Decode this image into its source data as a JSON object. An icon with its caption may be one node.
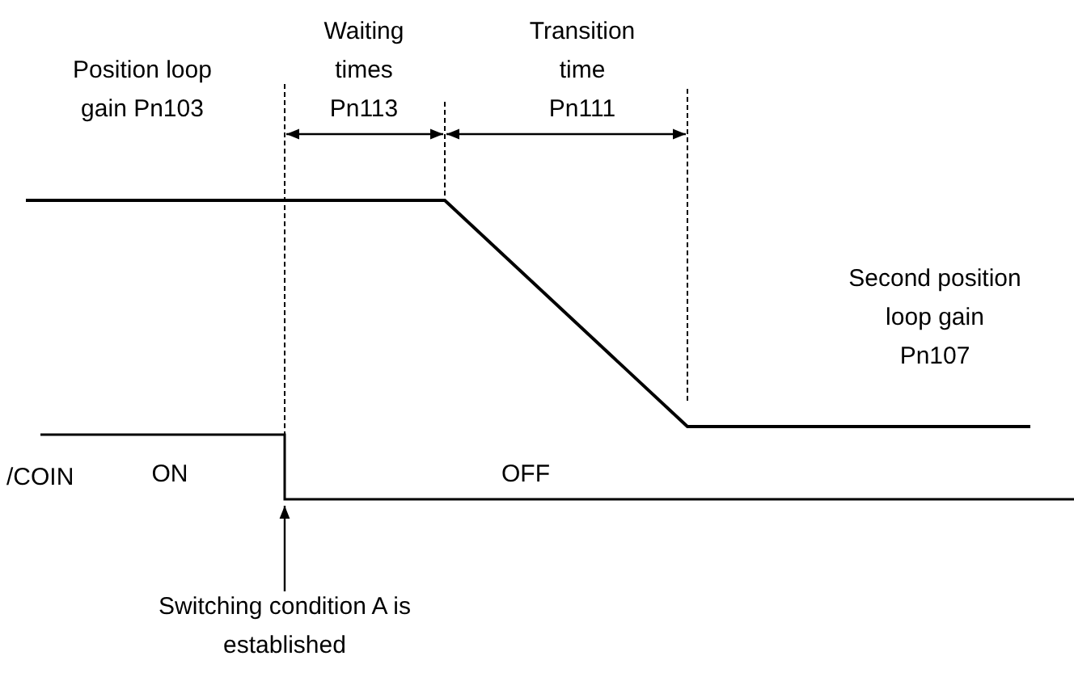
{
  "diagram": {
    "nodes": [
      {
        "text": [
          "Switching condition A is established"
        ]
      },
      {
        "text": [],
        "shape": "line"
      }
    ],
    "edges": [
      {
        "from": 0,
        "to": 1,
        "arrow": "to"
      }
    ],
    "labels": [
      "Position loop gain Pn103",
      "Waiting times Pn113",
      "Transition time Pn111",
      "Second position loop gain Pn107",
      "/COIN",
      "ON",
      "OFF"
    ]
  }
}
